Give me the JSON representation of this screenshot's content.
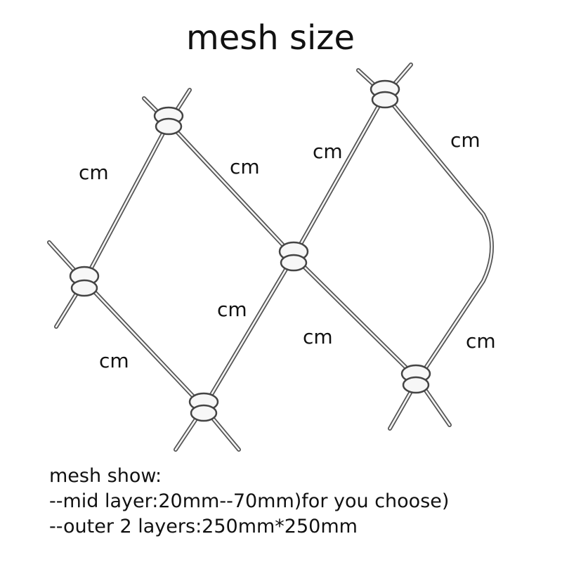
{
  "title": "mesh size",
  "labels": {
    "left_diamond_upper_left": "cm",
    "left_diamond_upper_right": "cm",
    "left_diamond_lower_right": "cm",
    "left_diamond_lower_left": "cm",
    "right_diamond_upper_left": "cm",
    "right_diamond_upper_right": "cm",
    "right_diamond_lower_left": "cm",
    "right_diamond_lower_right": "cm"
  },
  "caption": {
    "heading": "mesh show:",
    "line1": "--mid layer:20mm--70mm)for you choose)",
    "line2": "--outer 2 layers:250mm*250mm"
  }
}
